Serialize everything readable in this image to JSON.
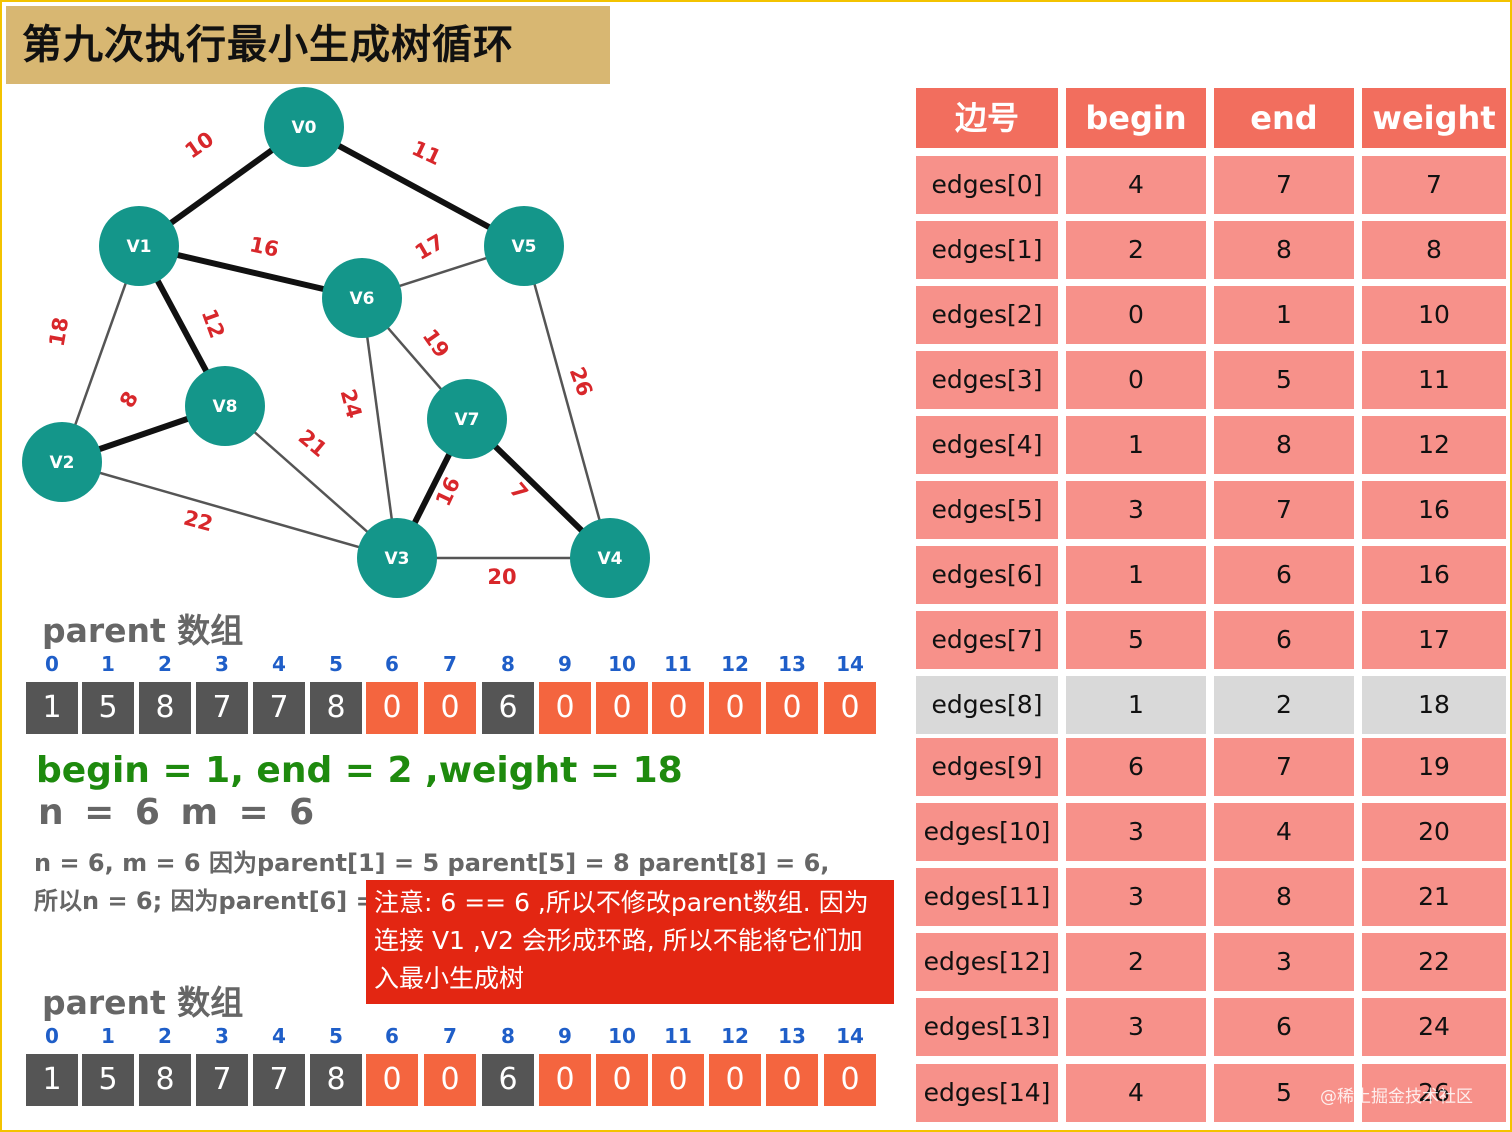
{
  "title": "第九次执行最小生成树循环",
  "graph": {
    "nodes": [
      {
        "id": "V0",
        "label": "V0"
      },
      {
        "id": "V1",
        "label": "V1"
      },
      {
        "id": "V5",
        "label": "V5"
      },
      {
        "id": "V6",
        "label": "V6"
      },
      {
        "id": "V8",
        "label": "V8"
      },
      {
        "id": "V7",
        "label": "V7"
      },
      {
        "id": "V2",
        "label": "V2"
      },
      {
        "id": "V3",
        "label": "V3"
      },
      {
        "id": "V4",
        "label": "V4"
      }
    ],
    "edges": [
      {
        "from": "V0",
        "to": "V1",
        "weight": "10",
        "bold": true
      },
      {
        "from": "V0",
        "to": "V5",
        "weight": "11",
        "bold": true
      },
      {
        "from": "V1",
        "to": "V6",
        "weight": "16",
        "bold": true
      },
      {
        "from": "V5",
        "to": "V6",
        "weight": "17",
        "bold": false
      },
      {
        "from": "V1",
        "to": "V8",
        "weight": "12",
        "bold": true
      },
      {
        "from": "V1",
        "to": "V2",
        "weight": "18",
        "bold": false
      },
      {
        "from": "V6",
        "to": "V7",
        "weight": "19",
        "bold": false
      },
      {
        "from": "V5",
        "to": "V4",
        "weight": "26",
        "bold": false
      },
      {
        "from": "V2",
        "to": "V8",
        "weight": "8",
        "bold": true
      },
      {
        "from": "V6",
        "to": "V3",
        "weight": "24",
        "bold": false
      },
      {
        "from": "V8",
        "to": "V3",
        "weight": "21",
        "bold": false
      },
      {
        "from": "V7",
        "to": "V3",
        "weight": "16",
        "bold": true
      },
      {
        "from": "V7",
        "to": "V4",
        "weight": "7",
        "bold": true
      },
      {
        "from": "V2",
        "to": "V3",
        "weight": "22",
        "bold": false
      },
      {
        "from": "V3",
        "to": "V4",
        "weight": "20",
        "bold": false
      }
    ]
  },
  "parent_section_1": {
    "title": "parent 数组",
    "indices": [
      "0",
      "1",
      "2",
      "3",
      "4",
      "5",
      "6",
      "7",
      "8",
      "9",
      "10",
      "11",
      "12",
      "13",
      "14"
    ],
    "values": [
      "1",
      "5",
      "8",
      "7",
      "7",
      "8",
      "0",
      "0",
      "6",
      "0",
      "0",
      "0",
      "0",
      "0",
      "0"
    ],
    "dark_flags": [
      true,
      true,
      true,
      true,
      true,
      true,
      false,
      false,
      true,
      false,
      false,
      false,
      false,
      false,
      false
    ]
  },
  "status_line": "begin = 1, end = 2 ,weight = 18",
  "nm_line": "n = 6   m = 6",
  "explanation": "n = 6, m = 6  因为parent[1] = 5 parent[5] = 8 parent[8] = 6, 所以n = 6;  因为parent[6] = 0, 所以 m = 6 ;",
  "note": "注意: 6 == 6 ,所以不修改parent数组. 因为连接 V1 ,V2 会形成环路, 所以不能将它们加入最小生成树",
  "parent_section_2": {
    "title": "parent 数组",
    "indices": [
      "0",
      "1",
      "2",
      "3",
      "4",
      "5",
      "6",
      "7",
      "8",
      "9",
      "10",
      "11",
      "12",
      "13",
      "14"
    ],
    "values": [
      "1",
      "5",
      "8",
      "7",
      "7",
      "8",
      "0",
      "0",
      "6",
      "0",
      "0",
      "0",
      "0",
      "0",
      "0"
    ],
    "dark_flags": [
      true,
      true,
      true,
      true,
      true,
      true,
      false,
      false,
      true,
      false,
      false,
      false,
      false,
      false,
      false
    ]
  },
  "edge_table": {
    "headers": [
      "边号",
      "begin",
      "end",
      "weight"
    ],
    "rows": [
      [
        "edges[0]",
        "4",
        "7",
        "7"
      ],
      [
        "edges[1]",
        "2",
        "8",
        "8"
      ],
      [
        "edges[2]",
        "0",
        "1",
        "10"
      ],
      [
        "edges[3]",
        "0",
        "5",
        "11"
      ],
      [
        "edges[4]",
        "1",
        "8",
        "12"
      ],
      [
        "edges[5]",
        "3",
        "7",
        "16"
      ],
      [
        "edges[6]",
        "1",
        "6",
        "16"
      ],
      [
        "edges[7]",
        "5",
        "6",
        "17"
      ],
      [
        "edges[8]",
        "1",
        "2",
        "18"
      ],
      [
        "edges[9]",
        "6",
        "7",
        "19"
      ],
      [
        "edges[10]",
        "3",
        "4",
        "20"
      ],
      [
        "edges[11]",
        "3",
        "8",
        "21"
      ],
      [
        "edges[12]",
        "2",
        "3",
        "22"
      ],
      [
        "edges[13]",
        "3",
        "6",
        "24"
      ],
      [
        "edges[14]",
        "4",
        "5",
        "26"
      ]
    ],
    "highlight_row": 8
  },
  "watermark": "@稀土掘金技术社区",
  "colors": {
    "node": "#14968a",
    "edge_label": "#d8272b",
    "header_bg": "#f26e5e",
    "cell_bg": "#f7918a",
    "highlight_bg": "#d9d9d9",
    "note_bg": "#e32612",
    "status_green": "#1e8a0e"
  }
}
